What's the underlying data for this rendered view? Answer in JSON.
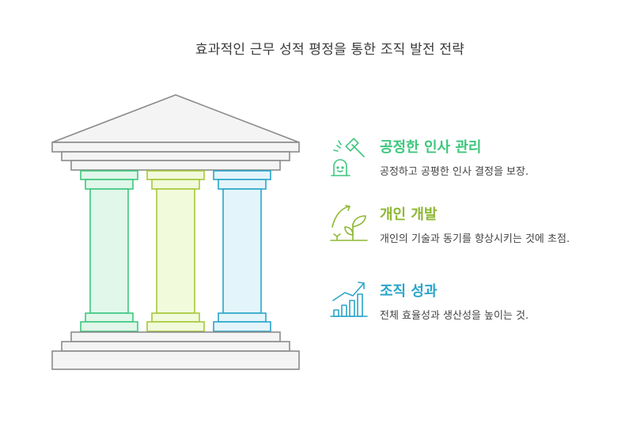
{
  "title": "효과적인 근무 성적 평정을 통한 조직 발전 전략",
  "colors": {
    "green": "#3ec77e",
    "lime": "#8db832",
    "blue": "#2aa5c9",
    "roof": "#f4f4f4",
    "outline": "#8a8a8a"
  },
  "items": [
    {
      "heading": "공정한 인사 관리",
      "description": "공정하고 공평한 인사 결정을 보장.",
      "icon": "gavel-icon",
      "color": "#3ec77e"
    },
    {
      "heading": "개인 개발",
      "description": "개인의 기술과 동기를 향상시키는 것에 초점.",
      "icon": "plant-growth-icon",
      "color": "#8db832"
    },
    {
      "heading": "조직 성과",
      "description": "전체 효율성과 생산성을 높이는 것.",
      "icon": "bar-chart-growth-icon",
      "color": "#2aa5c9"
    }
  ]
}
